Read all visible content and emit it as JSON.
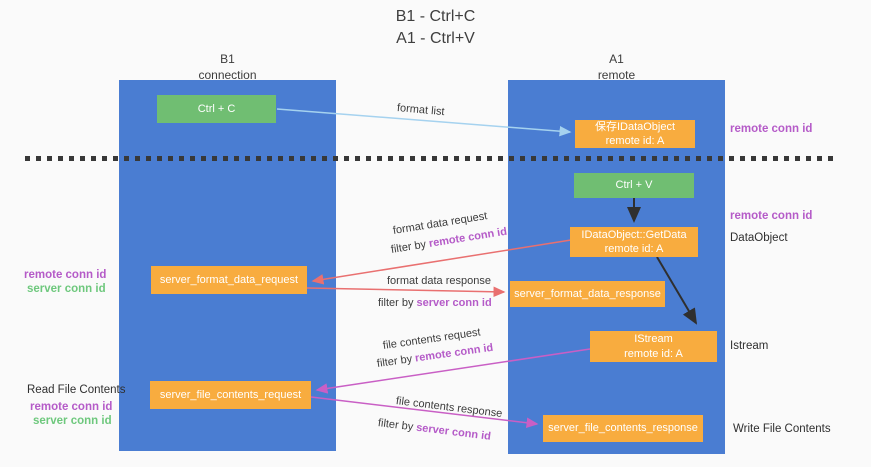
{
  "title": {
    "line1": "B1 - Ctrl+C",
    "line2": "A1 - Ctrl+V"
  },
  "lanes": {
    "b1": {
      "name": "B1",
      "role": "connection"
    },
    "a1": {
      "name": "A1",
      "role": "remote"
    }
  },
  "nodes": {
    "ctrl_c": "Ctrl + C",
    "ctrl_v": "Ctrl + V",
    "save_idataobject": {
      "line1": "保存IDataObject",
      "line2": "remote id: A"
    },
    "getdata": {
      "line1": "IDataObject::GetData",
      "line2": "remote id: A"
    },
    "istream": {
      "line1": "IStream",
      "line2": "remote id: A"
    },
    "server_format_data_request": "server_format_data_request",
    "server_format_data_response": "server_format_data_response",
    "server_file_contents_request": "server_file_contents_request",
    "server_file_contents_response": "server_file_contents_response"
  },
  "edge_labels": {
    "format_list": "format list",
    "format_data_request": "format data request",
    "format_data_response": "format data response",
    "file_contents_request": "file contents request",
    "file_contents_response": "file contents response",
    "filter_by": "filter by"
  },
  "annotations": {
    "remote_conn_id": "remote conn id",
    "server_conn_id": "server conn id",
    "dataobject": "DataObject",
    "istream": "Istream",
    "read_file_contents": "Read File Contents",
    "write_file_contents": "Write File Contents"
  },
  "colors": {
    "lane_blue": "#4A7DD2",
    "box_orange": "#F8AC3F",
    "box_green": "#70BE72",
    "arrow_light_blue": "#A5D2EF",
    "arrow_red": "#E97070",
    "arrow_magenta": "#C95FC5",
    "arrow_black": "#2F2F2F",
    "text_purple": "#B55BC8",
    "text_green": "#6EC87D",
    "text_dark": "#3F3F3F",
    "background": "#FAFAFA",
    "dash_line": "#383838"
  }
}
